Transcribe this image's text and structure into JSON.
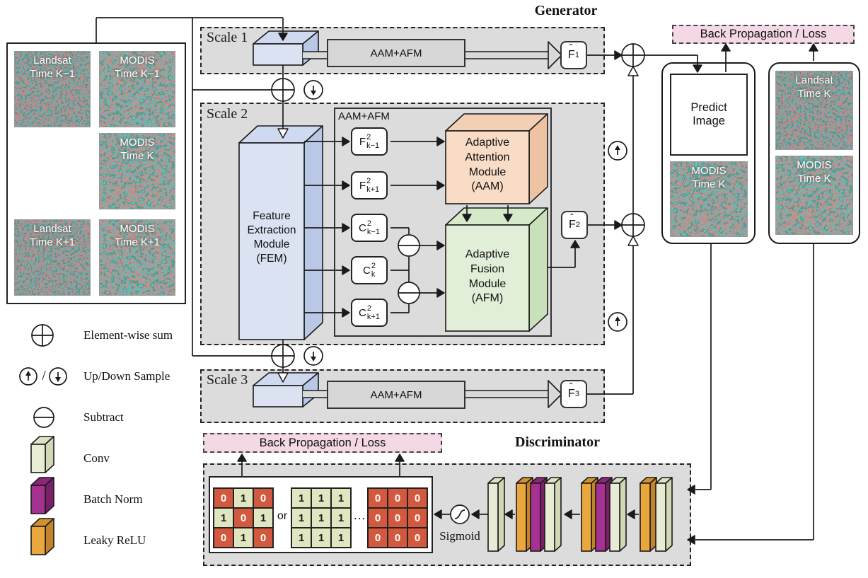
{
  "titles": {
    "generator": "Generator",
    "discriminator": "Discriminator"
  },
  "backprop_label": "Back Propagation / Loss",
  "input_panel": {
    "images": [
      {
        "label": "Landsat\nTime K−1"
      },
      {
        "label": "MODIS\nTime K−1"
      },
      {
        "label": "MODIS\nTime K"
      },
      {
        "label": "Landsat\nTime K+1"
      },
      {
        "label": "MODIS\nTime K+1"
      }
    ]
  },
  "scales": [
    {
      "label": "Scale 1",
      "module": "AAM+AFM",
      "output": {
        "base": "F",
        "hat": "ˆ",
        "sup": "1"
      }
    },
    {
      "label": "Scale 2",
      "inner_label": "AAM+AFM",
      "fem": "Feature\nExtraction\nModule\n(FEM)",
      "features": [
        {
          "base": "F",
          "sup": "2",
          "sub": "k−1"
        },
        {
          "base": "F",
          "sup": "2",
          "sub": "k+1"
        },
        {
          "base": "C",
          "sup": "2",
          "sub": "k−1"
        },
        {
          "base": "C",
          "sup": "2",
          "sub": "k"
        },
        {
          "base": "C",
          "sup": "2",
          "sub": "k+1"
        }
      ],
      "aam": "Adaptive\nAttention\nModule\n(AAM)",
      "afm": "Adaptive\nFusion\nModule\n(AFM)",
      "output": {
        "base": "F",
        "hat": "ˆ",
        "sup": "2"
      }
    },
    {
      "label": "Scale 3",
      "module": "AAM+AFM",
      "output": {
        "base": "F",
        "hat": "ˆ",
        "sup": "3"
      }
    }
  ],
  "predict_panel": {
    "predict": "Predict\nImage",
    "modis": "MODIS\nTime K"
  },
  "reference_panel": {
    "landsat": "Landsat\nTime K",
    "modis": "MODIS\nTime K"
  },
  "legend": [
    {
      "icon": "sum-icon",
      "label": "Element-wise sum"
    },
    {
      "icon": "updown-icon",
      "label": "Up/Down Sample"
    },
    {
      "icon": "subtract-icon",
      "label": "Subtract"
    },
    {
      "icon": "conv-icon",
      "label": "Conv"
    },
    {
      "icon": "batchnorm-icon",
      "label": "Batch Norm"
    },
    {
      "icon": "leakyrelu-icon",
      "label": "Leaky ReLU"
    }
  ],
  "discriminator": {
    "grids": [
      [
        [
          0,
          1,
          0
        ],
        [
          1,
          0,
          1
        ],
        [
          0,
          1,
          0
        ]
      ],
      [
        [
          1,
          1,
          1
        ],
        [
          1,
          1,
          1
        ],
        [
          1,
          1,
          1
        ]
      ],
      [
        [
          0,
          0,
          0
        ],
        [
          0,
          0,
          0
        ],
        [
          0,
          0,
          0
        ]
      ]
    ],
    "or_label": "or",
    "ellipsis": "…",
    "sigmoid_label": "Sigmoid"
  },
  "colors": {
    "scale-bg": "#dcdcdc",
    "pink": "#f4d8e5",
    "fem": "#dbe3f3",
    "aam": "#f9dcc6",
    "afm": "#e2efd8",
    "cell-zero": "#d2583e",
    "cell-one": "#e0e7c0",
    "conv": "#e9ecd4",
    "batchnorm": "#a53190",
    "leakyrelu": "#eaa73e",
    "line": "#1a1a1a"
  }
}
